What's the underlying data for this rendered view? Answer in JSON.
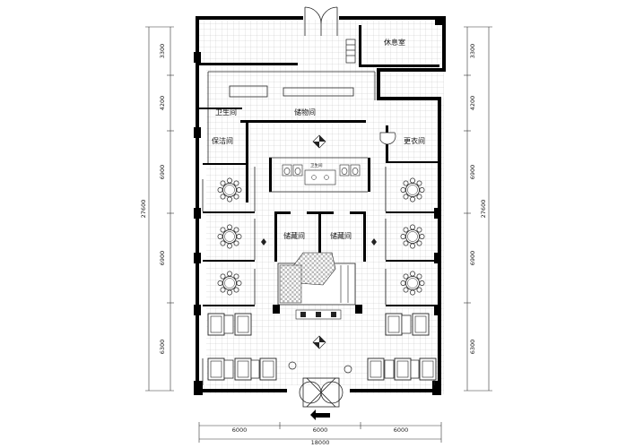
{
  "rooms": {
    "lounge": "休息室",
    "toilet": "卫生间",
    "storage": "储物间",
    "cleaning": "保洁间",
    "changing": "更衣间",
    "store_left": "储藏间",
    "store_right": "储藏间",
    "restroom_sign": "卫生间"
  },
  "dimensions": {
    "left": [
      "3300",
      "4200",
      "6900",
      "6900",
      "6300"
    ],
    "left_total": "27600",
    "right": [
      "3300",
      "4200",
      "6900",
      "6900",
      "6300"
    ],
    "right_total": "27600",
    "bottom": [
      "6000",
      "6000",
      "6000"
    ],
    "bottom_total": "18000"
  },
  "colors": {
    "wall": "#000000",
    "grid": "#bdbdbd",
    "line": "#333333"
  }
}
